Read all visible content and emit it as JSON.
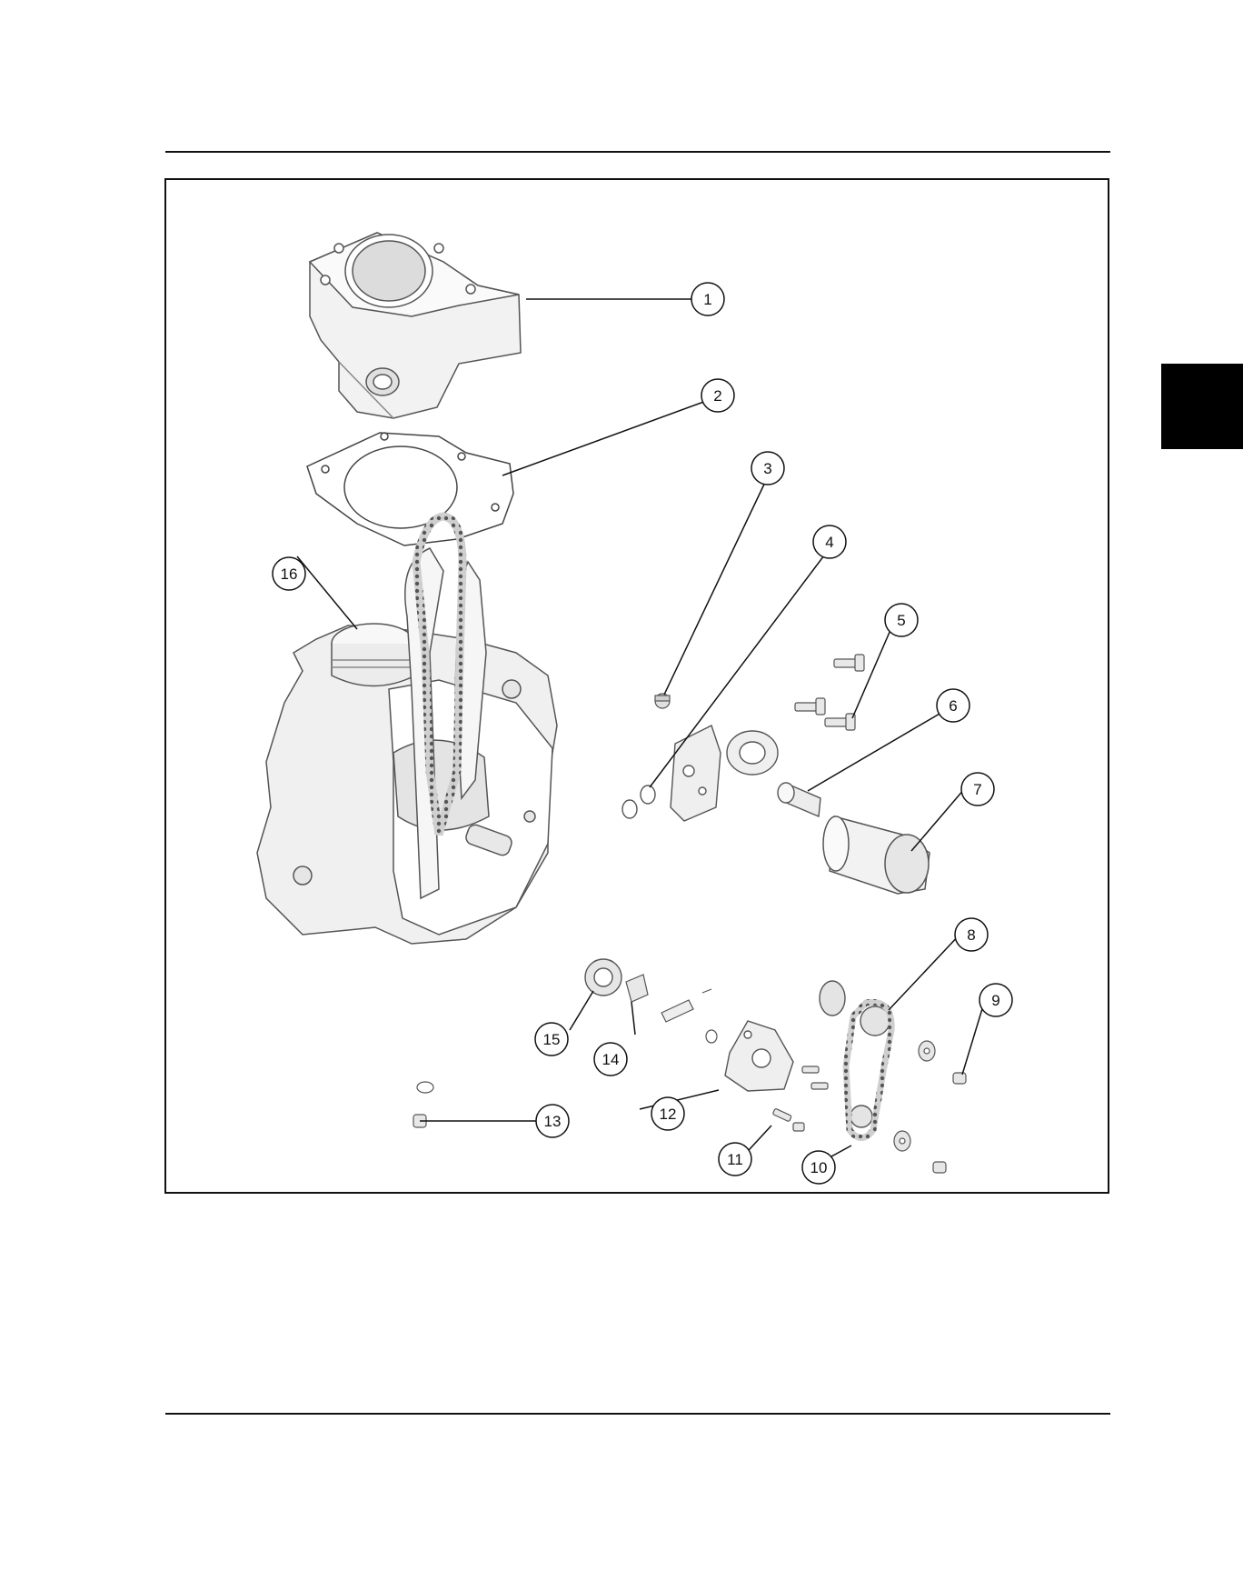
{
  "diagram": {
    "callouts": [
      {
        "id": "callout-1",
        "number": "1"
      },
      {
        "id": "callout-2",
        "number": "2"
      },
      {
        "id": "callout-3",
        "number": "3"
      },
      {
        "id": "callout-4",
        "number": "4"
      },
      {
        "id": "callout-5",
        "number": "5"
      },
      {
        "id": "callout-6",
        "number": "6"
      },
      {
        "id": "callout-7",
        "number": "7"
      },
      {
        "id": "callout-8",
        "number": "8"
      },
      {
        "id": "callout-9",
        "number": "9"
      },
      {
        "id": "callout-10",
        "number": "10"
      },
      {
        "id": "callout-11",
        "number": "11"
      },
      {
        "id": "callout-12",
        "number": "12"
      },
      {
        "id": "callout-13",
        "number": "13"
      },
      {
        "id": "callout-14",
        "number": "14"
      },
      {
        "id": "callout-15",
        "number": "15"
      },
      {
        "id": "callout-16",
        "number": "16"
      }
    ]
  }
}
